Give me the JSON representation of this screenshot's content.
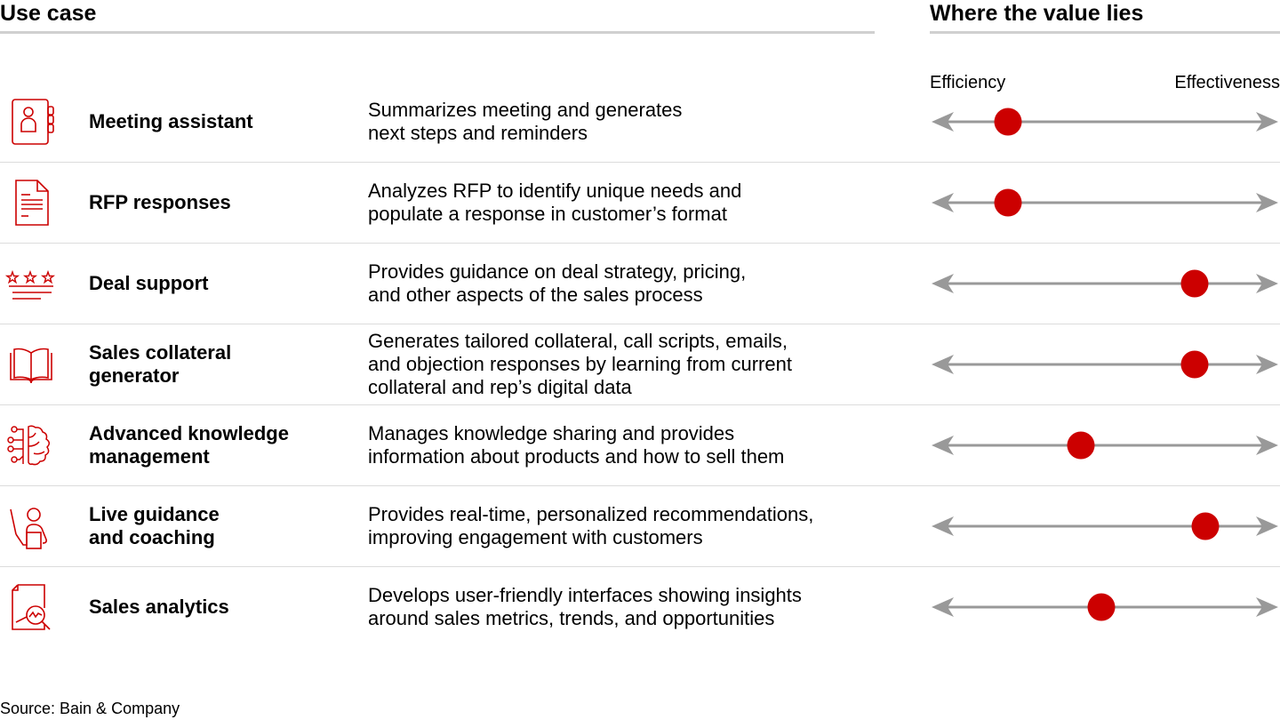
{
  "header": {
    "left_title": "Use case",
    "right_title": "Where the value lies"
  },
  "axis": {
    "left_label": "Efficiency",
    "right_label": "Effectiveness"
  },
  "colors": {
    "accent": "#cc0000",
    "arrow": "#999999",
    "divider": "#dcdcdc",
    "header_rule": "#d0d0d0"
  },
  "rows": [
    {
      "icon": "contact-book-icon",
      "title": "Meeting assistant",
      "description": "Summarizes meeting and generates\nnext steps and reminders",
      "position": 22
    },
    {
      "icon": "document-icon",
      "title": "RFP responses",
      "description": "Analyzes RFP to identify unique needs and\npopulate a response in customer’s format",
      "position": 22
    },
    {
      "icon": "star-rating-icon",
      "title": "Deal support",
      "description": "Provides guidance on deal strategy, pricing,\nand other aspects of the sales process",
      "position": 76
    },
    {
      "icon": "open-book-icon",
      "title": "Sales collateral\ngenerator",
      "description": "Generates tailored collateral, call scripts, emails,\nand objection responses by learning from current\ncollateral and rep’s digital data",
      "position": 76
    },
    {
      "icon": "brain-circuit-icon",
      "title": "Advanced knowledge\nmanagement",
      "description": "Manages knowledge sharing and provides\ninformation about products and how to sell them",
      "position": 43
    },
    {
      "icon": "presenter-icon",
      "title": "Live guidance\nand coaching",
      "description": "Provides real-time, personalized recommendations,\nimproving engagement with customers",
      "position": 79
    },
    {
      "icon": "report-analytics-icon",
      "title": "Sales analytics",
      "description": "Develops user-friendly interfaces showing insights\naround sales metrics, trends, and opportunities",
      "position": 49
    }
  ],
  "footer": {
    "source": "Source: Bain & Company"
  }
}
